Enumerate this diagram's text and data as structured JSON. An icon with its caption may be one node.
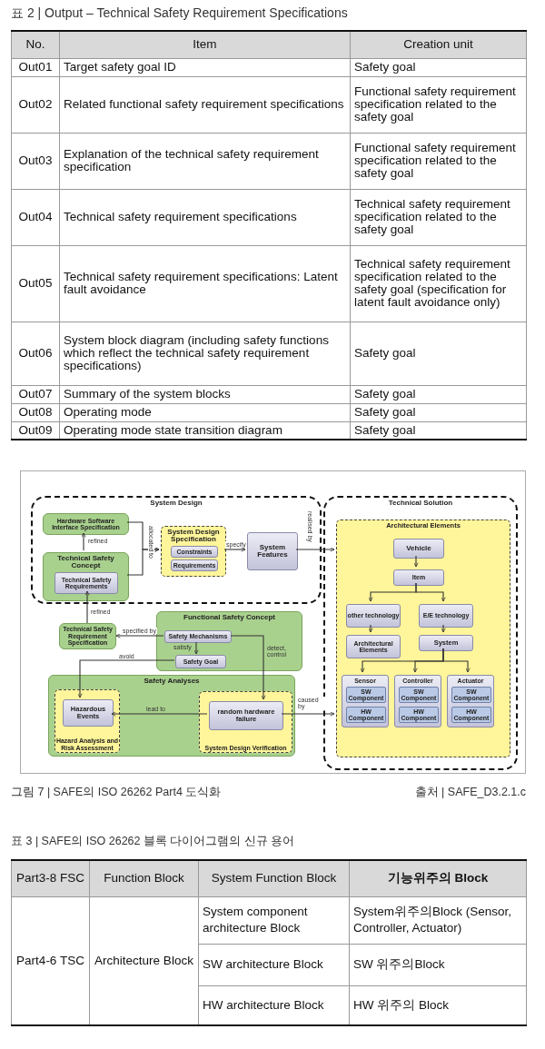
{
  "diagram": {
    "nodes": [
      {
        "text": [
          "System Design"
        ]
      },
      {
        "text": [
          "Hardware Software Interface Specification"
        ],
        "in": 0
      },
      {
        "text": [
          "Technical Safety Concept"
        ],
        "in": 0
      },
      {
        "text": [
          "Technical Safety Requirements"
        ],
        "in": 2
      },
      {
        "text": [
          "System Design Specification"
        ],
        "in": 0
      },
      {
        "text": [
          "Constraints"
        ],
        "in": 4
      },
      {
        "text": [
          "Requirements"
        ],
        "in": 4
      },
      {
        "text": [
          "System Features"
        ],
        "in": 0
      },
      {
        "text": [
          "Technical Solution"
        ]
      },
      {
        "text": [
          "Architectural Elements"
        ],
        "in": 8
      },
      {
        "text": [
          "Vehicle"
        ],
        "in": 9
      },
      {
        "text": [
          "Item"
        ],
        "in": 9
      },
      {
        "text": [
          "other technology"
        ],
        "in": 9
      },
      {
        "text": [
          "E/E technology"
        ],
        "in": 9
      },
      {
        "text": [
          "Architectural Elements"
        ],
        "in": 9
      },
      {
        "text": [
          "System"
        ],
        "in": 9
      },
      {
        "text": [
          "Sensor"
        ],
        "in": 9
      },
      {
        "text": [
          "SW Component"
        ],
        "in": 16
      },
      {
        "text": [
          "HW Component"
        ],
        "in": 16
      },
      {
        "text": [
          "Controller"
        ],
        "in": 9
      },
      {
        "text": [
          "SW Component"
        ],
        "in": 19
      },
      {
        "text": [
          "HW Component"
        ],
        "in": 19
      },
      {
        "text": [
          "Actuator"
        ],
        "in": 9
      },
      {
        "text": [
          "SW Component"
        ],
        "in": 22
      },
      {
        "text": [
          "HW Component"
        ],
        "in": 22
      },
      {
        "text": [
          "Technical Safety Requirement Specification"
        ]
      },
      {
        "text": [
          "Functional Safety Concept"
        ]
      },
      {
        "text": [
          "Safety Mechanisms"
        ],
        "in": 26
      },
      {
        "text": [
          "Safety Goal"
        ],
        "in": 26
      },
      {
        "text": [
          "Safety Analyses"
        ]
      },
      {
        "text": [
          "Hazard Analysis and Risk Assessment"
        ],
        "in": 29
      },
      {
        "text": [
          "Hazardous Events"
        ],
        "in": 30
      },
      {
        "text": [
          "System Design Verification"
        ],
        "in": 29
      },
      {
        "text": [
          "random hardware failure"
        ],
        "in": 32
      }
    ],
    "edges": [
      {
        "from": 2,
        "to": 1,
        "arrow": "to",
        "label": "refined"
      },
      {
        "from": 25,
        "to": 3,
        "arrow": "to",
        "label": "refined"
      },
      {
        "from": 1,
        "to": 4,
        "arrow": "to",
        "label": "allocated to"
      },
      {
        "from": 2,
        "to": 4,
        "arrow": "to"
      },
      {
        "from": 4,
        "to": 7,
        "arrow": "to",
        "label": "specify"
      },
      {
        "from": 7,
        "to": 9,
        "arrow": "to",
        "label": "realised by"
      },
      {
        "from": 10,
        "to": 11,
        "arrow": "to"
      },
      {
        "from": 11,
        "to": 12,
        "arrow": "to"
      },
      {
        "from": 11,
        "to": 13,
        "arrow": "to"
      },
      {
        "from": 12,
        "to": 14,
        "arrow": "to"
      },
      {
        "from": 13,
        "to": 15,
        "arrow": "to"
      },
      {
        "from": 15,
        "to": 16,
        "arrow": "to"
      },
      {
        "from": 15,
        "to": 19,
        "arrow": "to"
      },
      {
        "from": 15,
        "to": 22,
        "arrow": "to"
      },
      {
        "from": 27,
        "to": 25,
        "arrow": "to",
        "label": "specified by"
      },
      {
        "from": 27,
        "to": 28,
        "arrow": "to",
        "label": "satisfy"
      },
      {
        "from": 28,
        "to": 31,
        "arrow": "to",
        "label": "avoid"
      },
      {
        "from": 27,
        "to": 33,
        "arrow": "to",
        "label": "detect, control"
      },
      {
        "from": 33,
        "to": 31,
        "arrow": "to",
        "label": "lead to"
      },
      {
        "from": 33,
        "to": 9,
        "arrow": "to",
        "label": "caused by"
      }
    ],
    "labels": [
      "표 2 | Output – Technical Safety Requirement Specifications",
      "No.",
      "Item",
      "Creation unit",
      "Out01",
      "Target safety goal ID",
      "Safety goal",
      "Out02",
      "Related functional safety requirement specifications",
      "Functional safety requirement specification related to the safety goal",
      "Out03",
      "Explanation of the technical safety requirement specification",
      "Functional safety requirement specification related to the safety goal",
      "Out04",
      "Technical safety requirement specifications",
      "Technical safety requirement specification related to the safety goal",
      "Out05",
      "Technical safety requirement specifications: Latent fault avoidance",
      "Technical safety requirement specification related to the safety goal (specification for latent fault avoidance only)",
      "Out06",
      "System block diagram (including safety functions which reflect the technical safety requirement specifications)",
      "Safety goal",
      "Out07",
      "Summary of the system blocks",
      "Safety goal",
      "Out08",
      "Operating mode",
      "Safety goal",
      "Out09",
      "Operating mode state transition diagram",
      "Safety goal",
      "그림 7 | SAFE의 ISO 26262 Part4 도식화",
      "출처 | SAFE_D3.2.1.c",
      "표 3 | SAFE의 ISO 26262 블록 다이어그램의 신규 용어",
      "Part3-8 FSC",
      "Function Block",
      "System Function Block",
      "기능위주의 Block",
      "Part4-6 TSC",
      "Architecture Block",
      "System component architecture Block",
      "System위주의Block (Sensor, Controller, Actuator)",
      "SW architecture Block",
      "SW 위주의Block",
      "HW architecture Block",
      "HW 위주의 Block"
    ]
  }
}
